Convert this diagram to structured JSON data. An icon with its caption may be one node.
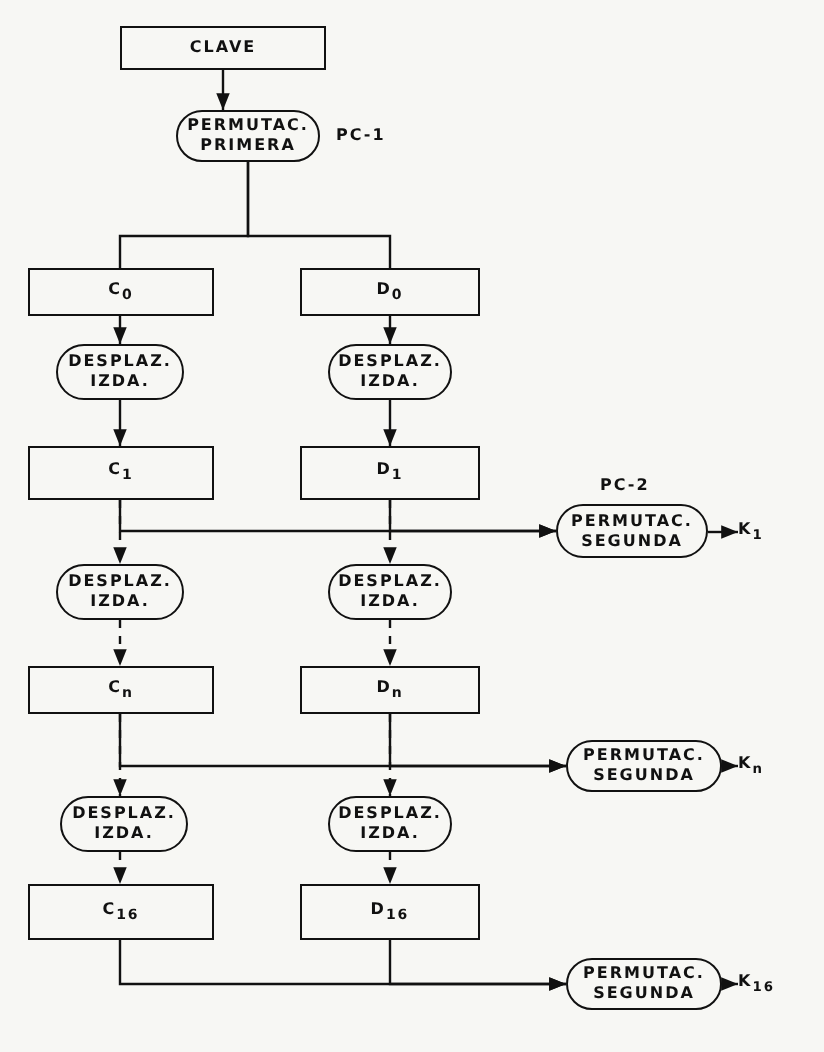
{
  "diagram": {
    "nodes": [
      {
        "text": [
          "CLAVE"
        ]
      },
      {
        "text": [
          "PERMUTAC. PRIMERA"
        ],
        "beside": [
          "PC-1"
        ]
      },
      {
        "text": [
          "C$_{0}$"
        ]
      },
      {
        "text": [
          "D$_{0}$"
        ]
      },
      {
        "text": [
          "DESPLAZ. IZDA."
        ]
      },
      {
        "text": [
          "DESPLAZ. IZDA."
        ]
      },
      {
        "text": [
          "C$_{1}$"
        ]
      },
      {
        "text": [
          "D$_{1}$"
        ]
      },
      {
        "text": [
          "PERMUTAC. SEGUNDA"
        ],
        "beside": [
          "PC-2"
        ]
      },
      {
        "text": [
          "DESPLAZ. IZDA."
        ]
      },
      {
        "text": [
          "DESPLAZ. IZDA."
        ]
      },
      {
        "text": [
          "C$_{n}$"
        ]
      },
      {
        "text": [
          "D$_{n}$"
        ]
      },
      {
        "text": [
          "PERMUTAC. SEGUNDA"
        ]
      },
      {
        "text": [
          "DESPLAZ. IZDA."
        ]
      },
      {
        "text": [
          "DESPLAZ. IZDA."
        ]
      },
      {
        "text": [
          "C$_{16}$"
        ]
      },
      {
        "text": [
          "D$_{16}$"
        ]
      },
      {
        "text": [
          "PERMUTAC. SEGUNDA"
        ]
      },
      {
        "text": [
          "K$_{1}$"
        ]
      },
      {
        "text": [
          "K$_{n}$"
        ]
      },
      {
        "text": [
          "K$_{16}$"
        ]
      }
    ],
    "edges": [
      {
        "from": 0,
        "to": 1,
        "arrow": "to"
      },
      {
        "from": 1,
        "to": 2,
        "arrow": "none"
      },
      {
        "from": 1,
        "to": 3,
        "arrow": "none"
      },
      {
        "from": 2,
        "to": 4,
        "arrow": "to"
      },
      {
        "from": 3,
        "to": 5,
        "arrow": "to"
      },
      {
        "from": 4,
        "to": 6,
        "arrow": "to"
      },
      {
        "from": 5,
        "to": 7,
        "arrow": "to"
      },
      {
        "from": 6,
        "to": 8,
        "arrow": "to"
      },
      {
        "from": 7,
        "to": 8,
        "arrow": "to"
      },
      {
        "from": 6,
        "to": 9,
        "arrow": "to",
        "style": "dashed"
      },
      {
        "from": 7,
        "to": 10,
        "arrow": "to",
        "style": "dashed"
      },
      {
        "from": 9,
        "to": 11,
        "arrow": "to",
        "style": "dashed"
      },
      {
        "from": 10,
        "to": 12,
        "arrow": "to",
        "style": "dashed"
      },
      {
        "from": 11,
        "to": 13,
        "arrow": "to"
      },
      {
        "from": 12,
        "to": 13,
        "arrow": "to"
      },
      {
        "from": 11,
        "to": 14,
        "arrow": "to",
        "style": "dashed"
      },
      {
        "from": 12,
        "to": 15,
        "arrow": "to",
        "style": "dashed"
      },
      {
        "from": 14,
        "to": 16,
        "arrow": "to",
        "style": "dashed"
      },
      {
        "from": 15,
        "to": 17,
        "arrow": "to",
        "style": "dashed"
      },
      {
        "from": 16,
        "to": 18,
        "arrow": "to"
      },
      {
        "from": 17,
        "to": 18,
        "arrow": "to"
      },
      {
        "from": 8,
        "to": 19,
        "arrow": "to"
      },
      {
        "from": 13,
        "to": 20,
        "arrow": "to"
      },
      {
        "from": 18,
        "to": 21,
        "arrow": "to"
      }
    ]
  }
}
